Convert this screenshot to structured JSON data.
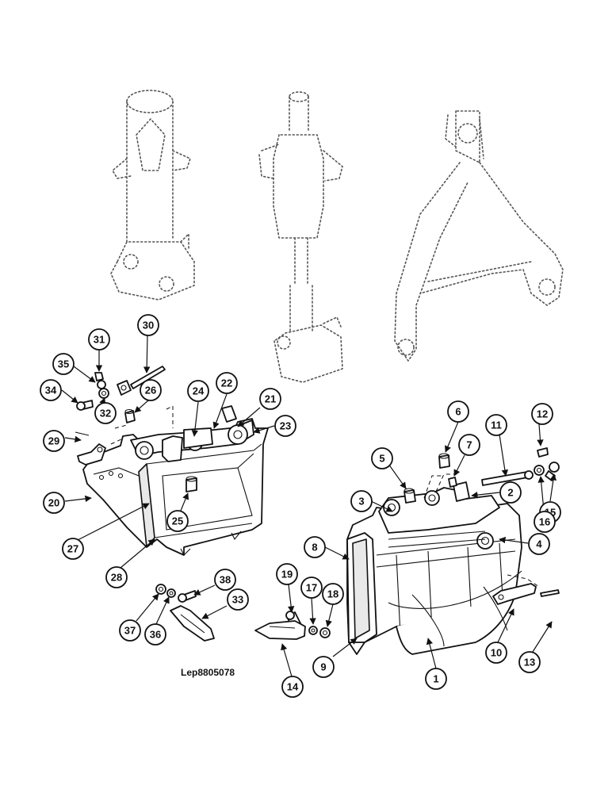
{
  "drawing_reference": "Lep8805078",
  "callouts": [
    "1",
    "2",
    "3",
    "4",
    "5",
    "6",
    "7",
    "8",
    "9",
    "10",
    "11",
    "12",
    "13",
    "14",
    "15",
    "16",
    "17",
    "18",
    "19",
    "20",
    "21",
    "22",
    "23",
    "24",
    "25",
    "26",
    "27",
    "28",
    "29",
    "30",
    "31",
    "32",
    "33",
    "34",
    "35",
    "36",
    "37",
    "38"
  ]
}
